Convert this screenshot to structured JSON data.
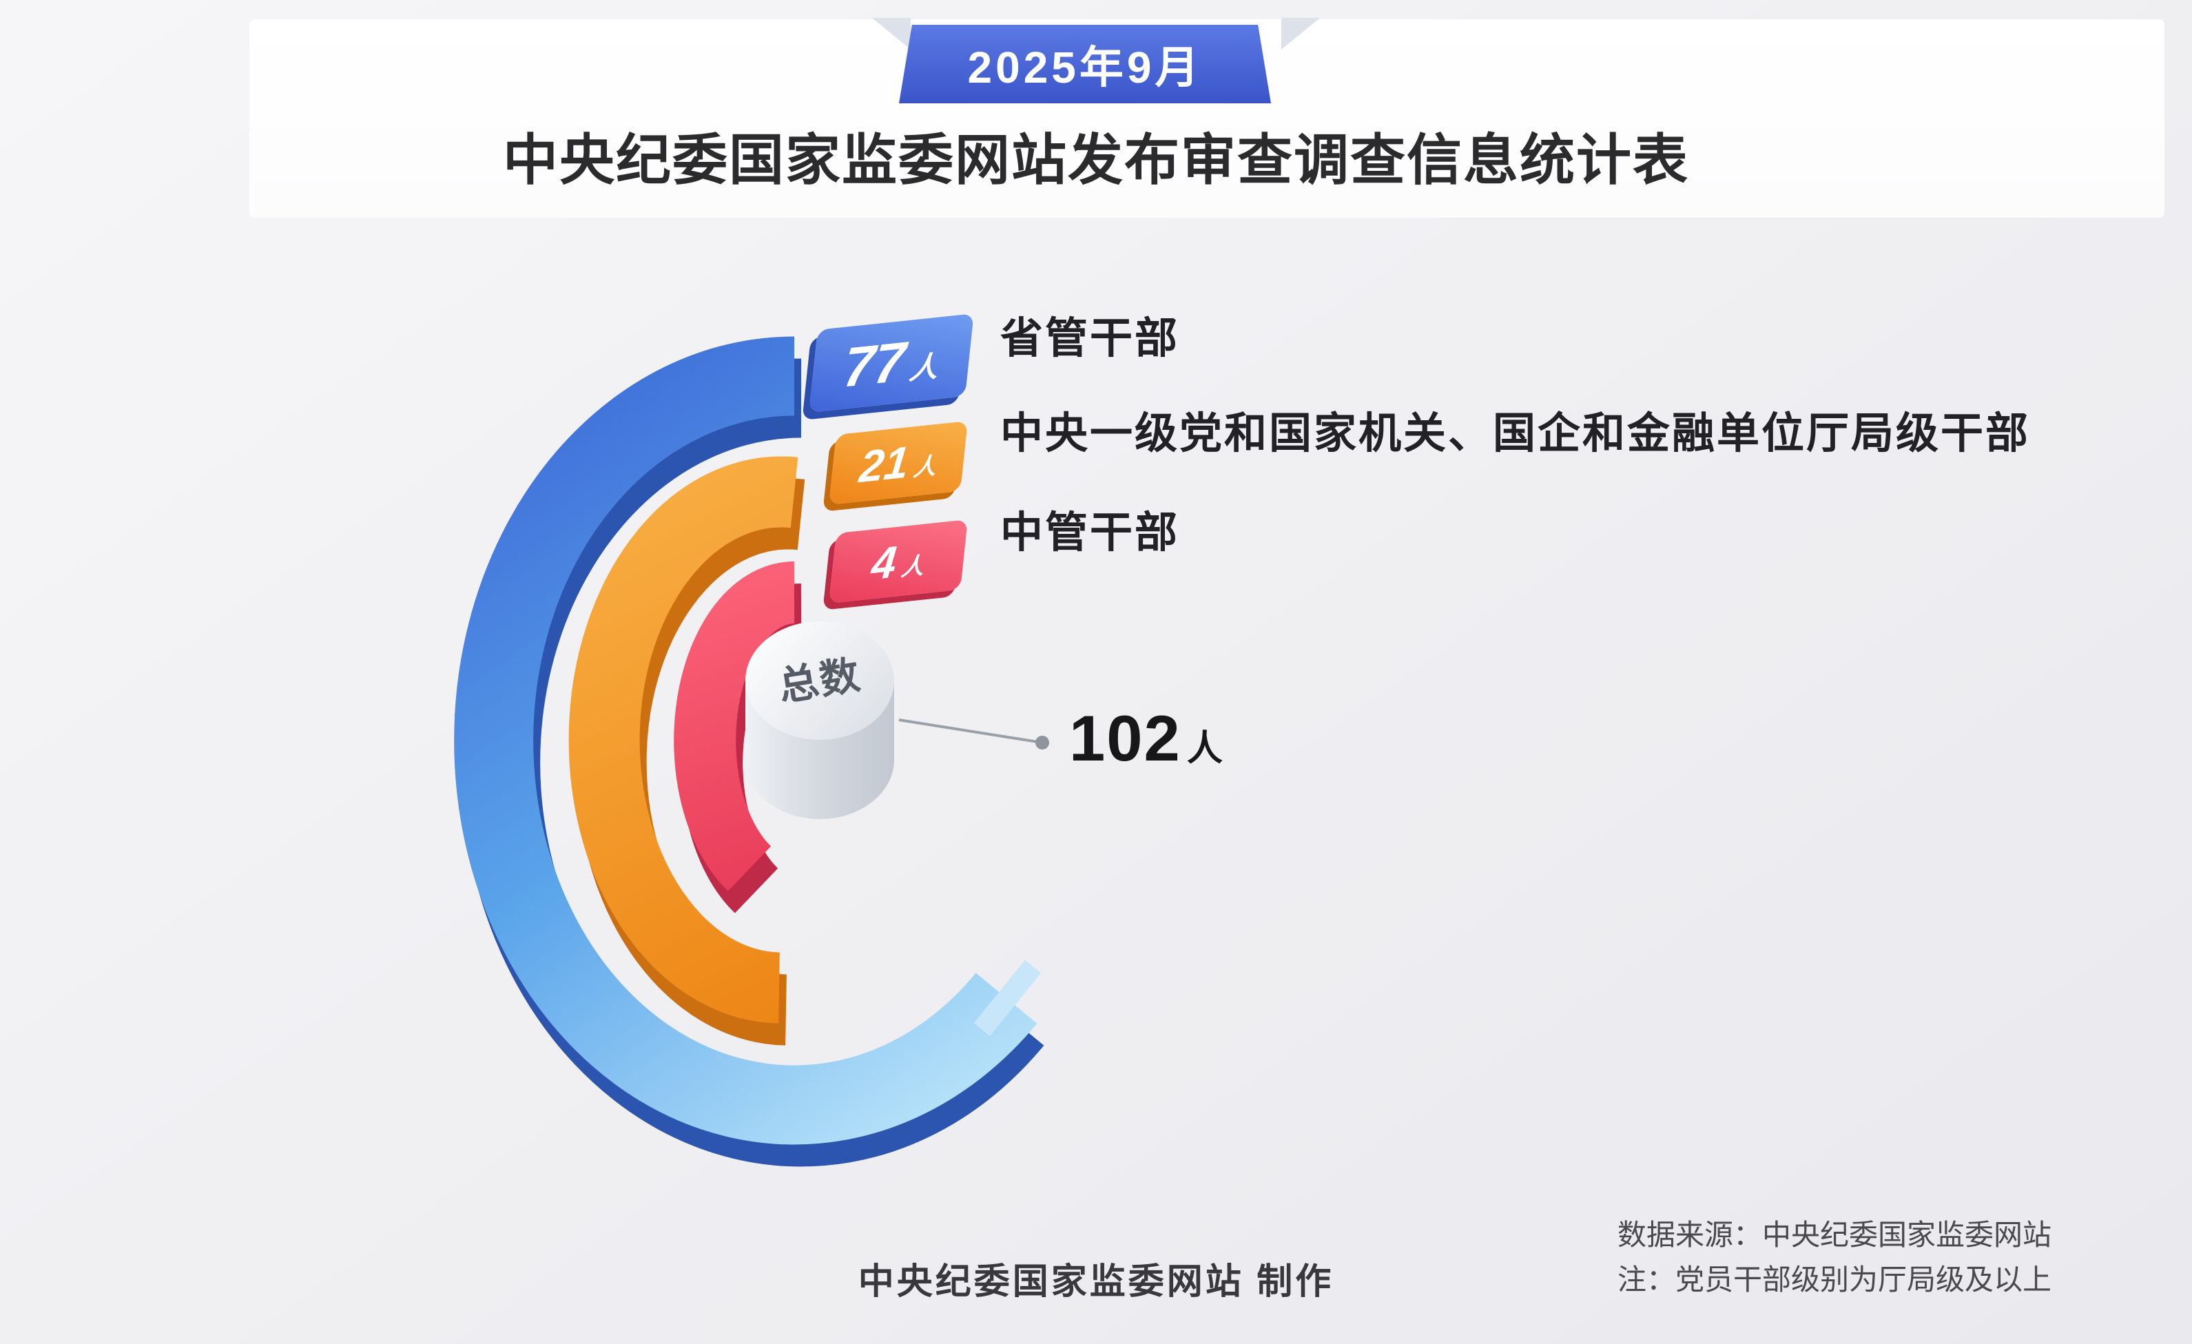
{
  "header": {
    "period_badge": "2025年9月",
    "title": "中央纪委国家监委网站发布审查调查信息统计表"
  },
  "chart": {
    "rings": [
      {
        "label": "省管干部",
        "value": "77",
        "unit": "人",
        "color": "#4a7fe0"
      },
      {
        "label": "中央一级党和国家机关、国企和金融单位厅局级干部",
        "value": "21",
        "unit": "人",
        "color": "#f29424"
      },
      {
        "label": "中管干部",
        "value": "4",
        "unit": "人",
        "color": "#ef4a62"
      }
    ],
    "total": {
      "label": "总数",
      "value": "102",
      "unit": "人"
    }
  },
  "footer": {
    "producer": "中央纪委国家监委网站 制作",
    "source": "数据来源：中央纪委国家监委网站",
    "note": "注：党员干部级别为厅局级及以上"
  },
  "chart_data": {
    "type": "bar",
    "style": "3d-radial-ring-infographic",
    "title": "中央纪委国家监委网站发布审查调查信息统计表",
    "period": "2025年9月",
    "categories": [
      "省管干部",
      "中央一级党和国家机关、国企和金融单位厅局级干部",
      "中管干部"
    ],
    "values": [
      77,
      21,
      4
    ],
    "unit": "人",
    "total": 102,
    "total_label": "总数",
    "colors": [
      "#4a7fe0",
      "#f29424",
      "#ef4a62"
    ],
    "legend_position": "right",
    "grid": false,
    "source": "中央纪委国家监委网站"
  }
}
